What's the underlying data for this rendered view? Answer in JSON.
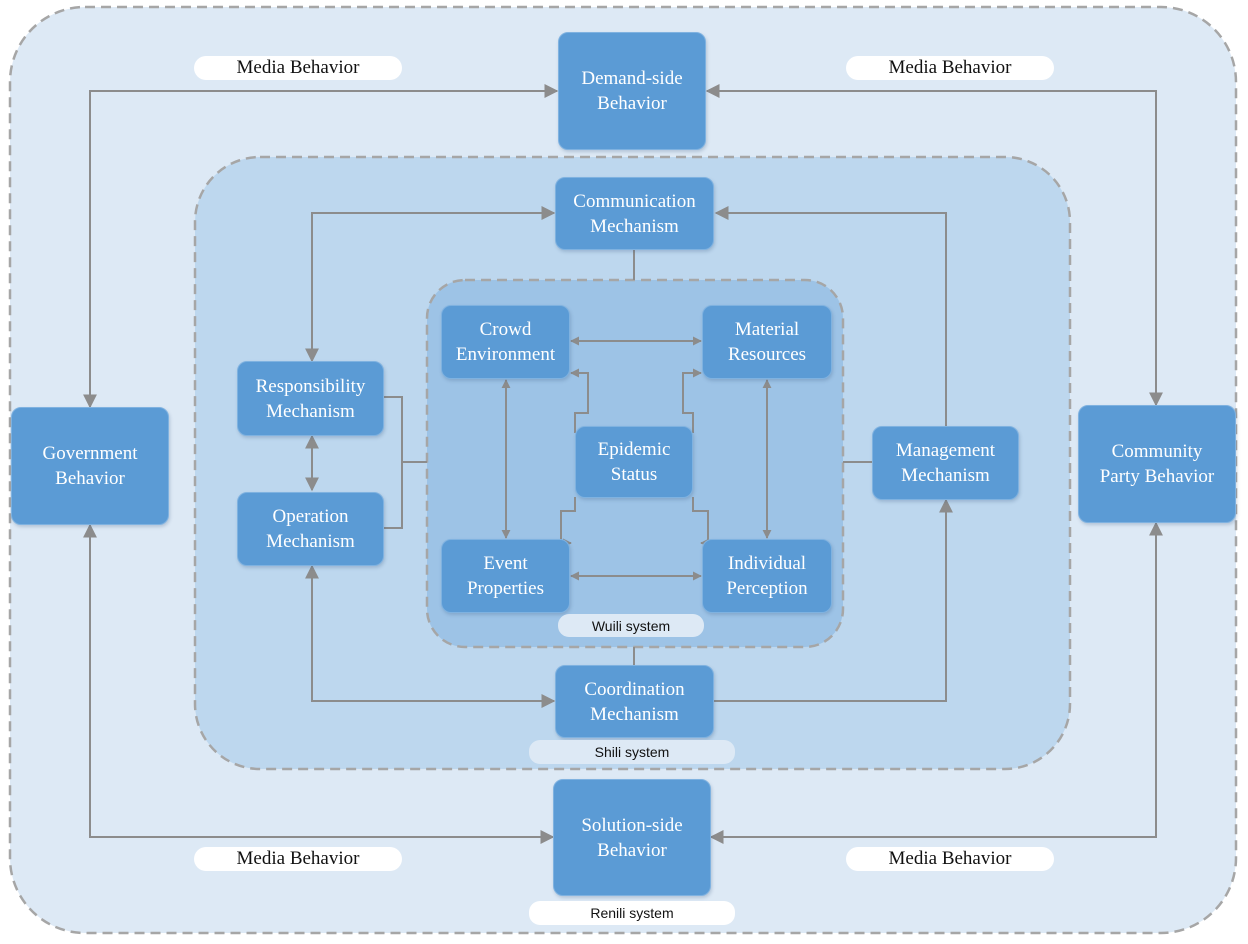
{
  "systems": {
    "renili": "Renili system",
    "shili": "Shili system",
    "wuili": "Wuili system"
  },
  "media_labels": {
    "top_left": "Media Behavior",
    "top_right": "Media Behavior",
    "bottom_left": "Media Behavior",
    "bottom_right": "Media Behavior"
  },
  "outer_nodes": {
    "demand": "Demand-side\nBehavior",
    "solution": "Solution-side\nBehavior",
    "government": "Government\nBehavior",
    "community": "Community\nParty Behavior"
  },
  "mechanisms": {
    "communication": "Communication\nMechanism",
    "coordination": "Coordination\nMechanism",
    "responsibility": "Responsibility\nMechanism",
    "operation": "Operation\nMechanism",
    "management": "Management\nMechanism"
  },
  "inner_nodes": {
    "crowd": "Crowd\nEnvironment",
    "material": "Material\nResources",
    "epidemic": "Epidemic\nStatus",
    "event": "Event\nProperties",
    "individual": "Individual\nPerception"
  },
  "colors": {
    "outer_fill": "#dde9f5",
    "middle_fill": "#bdd7ee",
    "inner_fill": "#9dc3e6",
    "node_fill": "#5b9bd5",
    "arrow": "#8c8c8c",
    "dash": "#a6a6a6"
  }
}
